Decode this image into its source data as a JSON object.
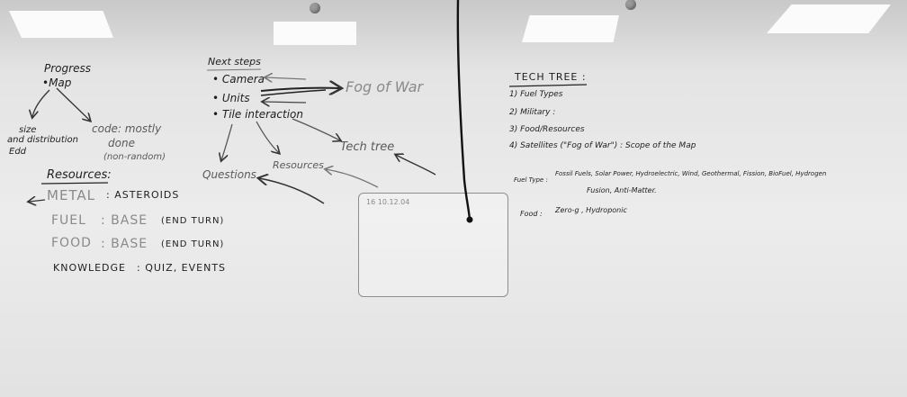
{
  "progress": {
    "title": "Progress",
    "item": "•Map",
    "left_branch": [
      "size",
      "and distribution",
      "Edd"
    ],
    "right_branch": [
      "code: mostly",
      "done",
      "(non-random)"
    ]
  },
  "next_steps": {
    "title": "Next steps",
    "items": [
      "• Camera",
      "• Units",
      "• Tile interaction"
    ],
    "fog_of_war": "Fog of War",
    "tech_tree": "Tech tree",
    "resources": "Resources",
    "questions": "Questions"
  },
  "resources": {
    "title": "Resources:",
    "rows": [
      {
        "name": "METAL",
        "value": ": ASTEROIDS"
      },
      {
        "name": "FUEL",
        "value": ": BASE",
        "note": "(END TURN)"
      },
      {
        "name": "FOOD",
        "value": ": BASE",
        "note": "(END TURN)"
      },
      {
        "name": "KNOWLEDGE",
        "value": ": QUIZ, EVENTS"
      }
    ]
  },
  "paper_note": "16  10.12.04",
  "tech_tree": {
    "title": "TECH TREE :",
    "items": [
      "1) Fuel Types",
      "2) Military :",
      "3) Food/Resources",
      "4) Satellites (\"Fog of War\") : Scope of the Map"
    ],
    "fuel_type_label": "Fuel Type :",
    "fuel_type_line1": "Fossil Fuels, Solar Power, Hydroelectric, Wind, Geothermal, Fission, BioFuel, Hydrogen",
    "fuel_type_line2": "Fusion, Anti-Matter.",
    "food_label": "Food :",
    "food_value": "Zero-g , Hydroponic"
  }
}
